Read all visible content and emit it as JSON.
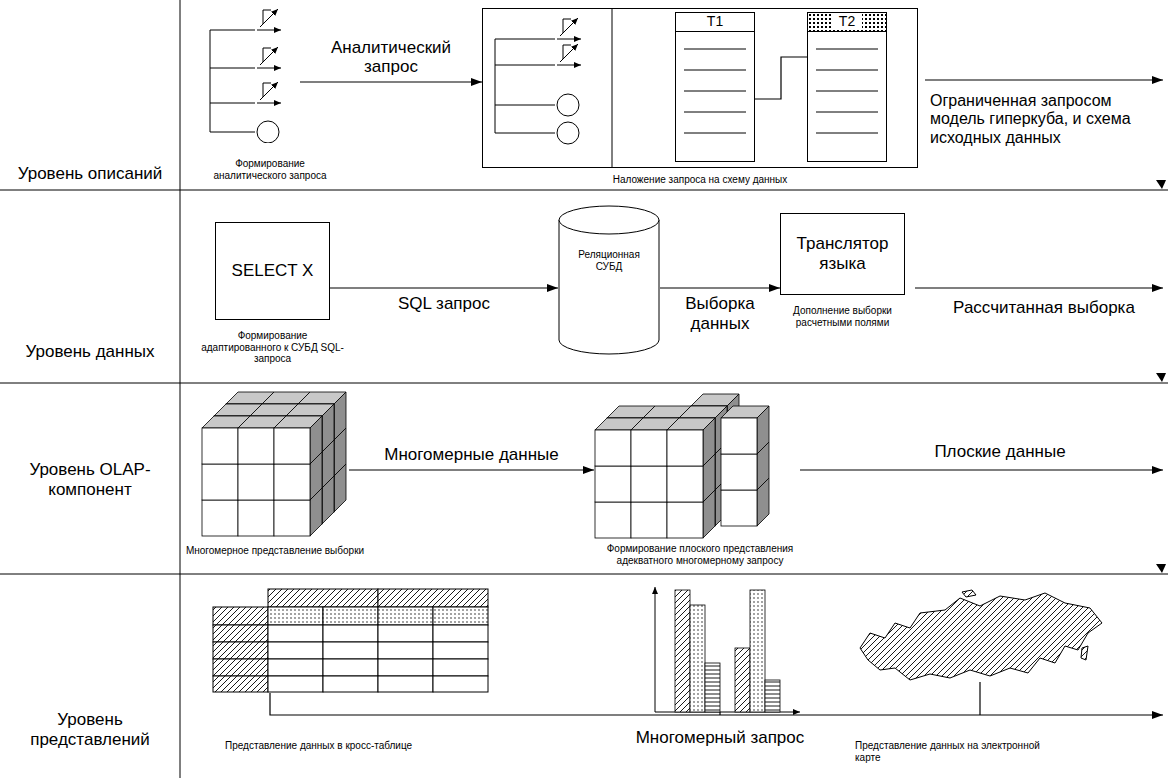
{
  "diagram": {
    "nodes": [
      {
        "text": [
          "Уровень описаний"
        ]
      },
      {
        "text": [
          "Формирование аналитического запроса"
        ],
        "in": 0
      },
      {
        "text": [
          "Наложение запроса на схему данных"
        ],
        "in": 0
      },
      {
        "text": [
          "T1"
        ],
        "in": 2
      },
      {
        "text": [
          "T2"
        ],
        "in": 2
      },
      {
        "text": [
          "Уровень данных"
        ]
      },
      {
        "text": [
          "SELECT X",
          "Формирование адаптированного к СУБД SQL-запроса"
        ],
        "in": 5
      },
      {
        "text": [
          "Реляционная СУБД"
        ],
        "in": 5
      },
      {
        "text": [
          "Транслятор языка",
          "Дополнение выборки расчетными полями"
        ],
        "in": 5
      },
      {
        "text": [
          "Уровень OLAP-компонент"
        ]
      },
      {
        "text": [
          "Многомерное представление выборки"
        ],
        "in": 9
      },
      {
        "text": [
          "Формирование плоского представления адекватного многомерному запросу"
        ],
        "in": 9
      },
      {
        "text": [
          "Уровень представлений"
        ]
      },
      {
        "text": [
          "Представление данных в кросс-таблице"
        ],
        "in": 12
      },
      {
        "text": [
          "Представление данных на электронной карте"
        ],
        "in": 12
      }
    ],
    "edges": [
      {
        "from": 1,
        "to": 2,
        "label": "Аналитический запрос",
        "arrow": "to"
      },
      {
        "from": 3,
        "to": 4,
        "arrow": "none"
      },
      {
        "from": 6,
        "to": 7,
        "label": "SQL запрос",
        "arrow": "to"
      },
      {
        "from": 7,
        "to": 8,
        "label": "Выборка данных",
        "arrow": "to"
      },
      {
        "from": 10,
        "to": 11,
        "label": "Многомерные данные",
        "arrow": "to"
      }
    ],
    "labels": [
      "Ограниченная запросом модель гиперкуба, и схема исходных данных",
      "Рассчитанная выборка",
      "Плоские данные",
      "Многомерный запрос"
    ]
  }
}
